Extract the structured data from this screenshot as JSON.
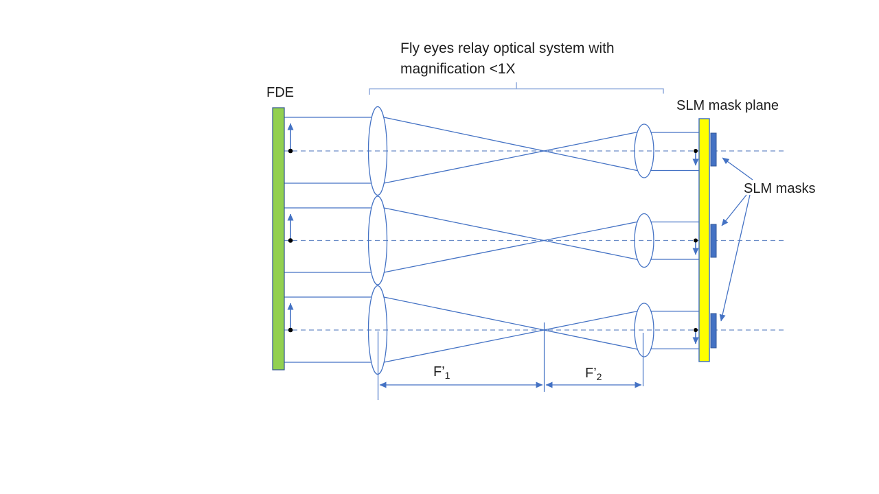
{
  "diagram": {
    "title": {
      "line1": "Fly eyes relay optical system with",
      "line2": "magnification <1X"
    },
    "labels": {
      "fde": "FDE",
      "slm_mask_plane": "SLM mask plane",
      "slm_masks": "SLM masks"
    },
    "dimensions": {
      "f1_base": "F’",
      "f1_sub": "1",
      "f2_base": "F’",
      "f2_sub": "2"
    },
    "colors": {
      "ray_blue": "#4472C4",
      "axis_dash_blue": "#6A8CC7",
      "bracket_light_blue": "#8EA9DB",
      "fde_green": "#92D050",
      "slm_yellow": "#FFFF00",
      "mask_blue": "#4472C4",
      "dot_black": "#000000"
    }
  }
}
